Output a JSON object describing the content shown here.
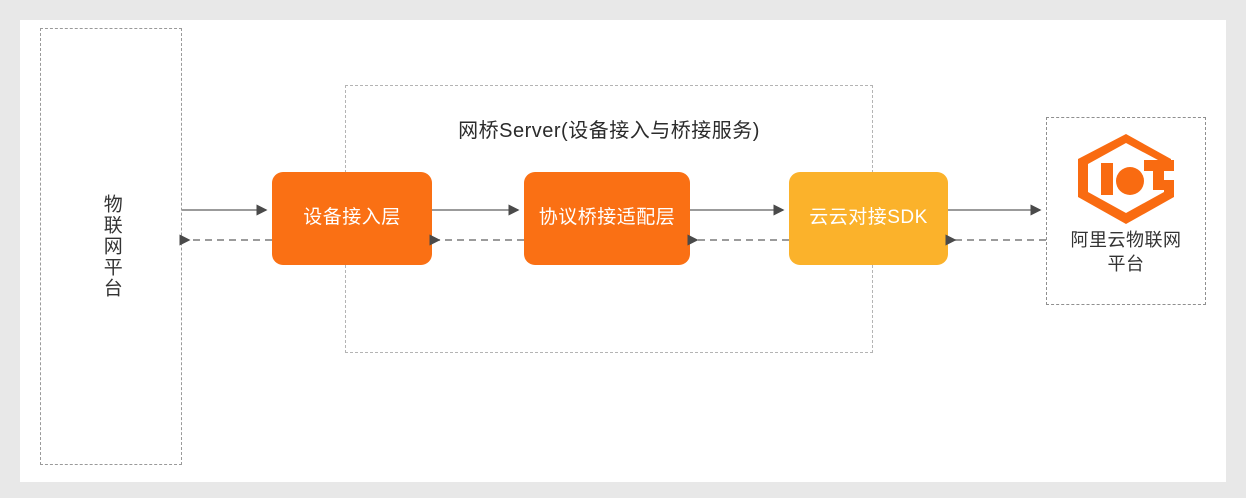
{
  "diagram": {
    "type": "architecture-flow",
    "canvas": {
      "background": "#ffffff",
      "page_background": "#e8e8e8"
    },
    "left_platform": {
      "label": "物联网平台",
      "orientation": "vertical",
      "border_style": "dashed"
    },
    "bridge_server": {
      "title": "网桥Server(设备接入与桥接服务)",
      "border_style": "dashed"
    },
    "process_boxes": [
      {
        "label": "设备接入层",
        "color": "#FA7014"
      },
      {
        "label": "协议桥接适配层",
        "color": "#FA7014"
      },
      {
        "label": "云云对接SDK",
        "color": "#FBB22B"
      }
    ],
    "aliyun_platform": {
      "label": "阿里云物联网\n平台",
      "logo_name": "aliyun-iot-logo",
      "logo_color": "#F96B11",
      "border_style": "dashed"
    },
    "connectors": [
      {
        "from": "物联网平台",
        "to": "设备接入层",
        "forward_style": "solid",
        "return_style": "dashed"
      },
      {
        "from": "设备接入层",
        "to": "协议桥接适配层",
        "forward_style": "solid",
        "return_style": "dashed"
      },
      {
        "from": "协议桥接适配层",
        "to": "云云对接SDK",
        "forward_style": "solid",
        "return_style": "dashed"
      },
      {
        "from": "云云对接SDK",
        "to": "阿里云物联网平台",
        "forward_style": "solid",
        "return_style": "dashed"
      }
    ],
    "colors": {
      "orange": "#FA7014",
      "amber": "#FBB22B",
      "logo_orange": "#F96B11",
      "line": "#6f6f6f",
      "dash_border": "#9a9a9a",
      "text": "#333333"
    }
  }
}
